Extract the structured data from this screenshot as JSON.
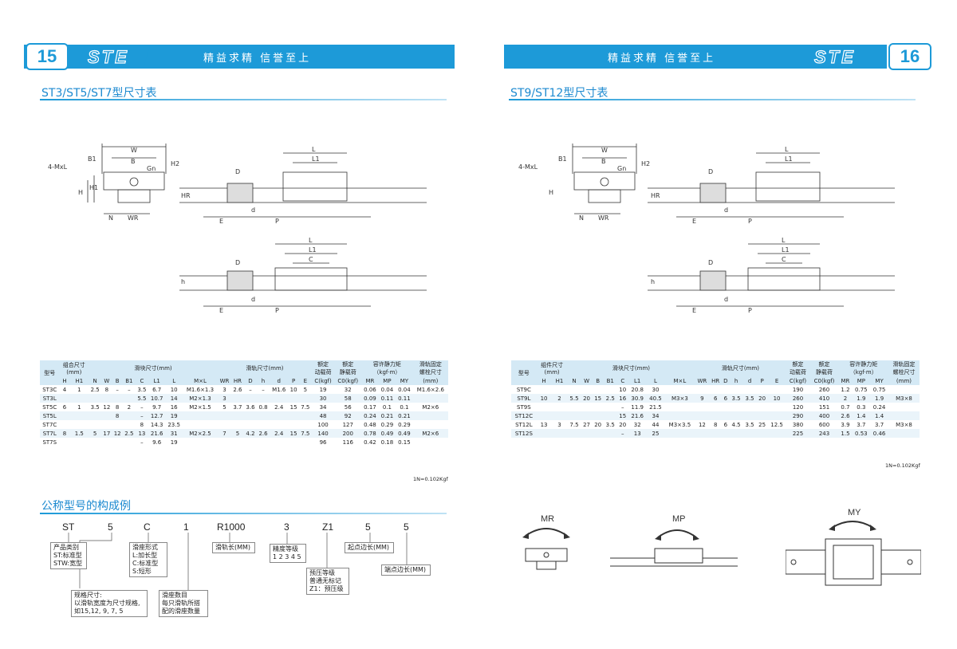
{
  "left_page": {
    "page_number": "15",
    "logo": "STE",
    "slogan": "精益求精  信誉至上",
    "section_title": "ST3/ST5/ST7型尺寸表",
    "dim_labels": {
      "W": "W",
      "B1": "B1",
      "B": "B",
      "Gn": "Gn",
      "H2": "H2",
      "MxL": "4-MxL",
      "H": "H",
      "H1": "H1",
      "N": "N",
      "WR": "WR",
      "L": "L",
      "L1": "L1",
      "C": "C",
      "D": "D",
      "d": "d",
      "h": "h",
      "HR": "HR",
      "E": "E",
      "P": "P"
    },
    "table": {
      "head1": [
        "型号",
        "组合尺寸\n(mm)",
        "滑块尺寸(mm)",
        "滑轨尺寸(mm)",
        "额定\n动载荷",
        "额定\n静载荷",
        "容许静力矩\n（kgf·m）",
        "滑轨固定\n螺栓尺寸"
      ],
      "head2": [
        "H",
        "H1",
        "N",
        "W",
        "B",
        "B1",
        "C",
        "L1",
        "L",
        "M×L",
        "WR",
        "HR",
        "D",
        "h",
        "d",
        "P",
        "E",
        "C(kgf)",
        "C0(kgf)",
        "MR",
        "MP",
        "MY",
        "(mm)"
      ],
      "rows": [
        [
          "ST3C",
          "4",
          "1",
          "2.5",
          "8",
          "–",
          "–",
          "3.5",
          "6.7",
          "10",
          "M1.6×1.3",
          "3",
          "2.6",
          "–",
          "–",
          "M1.6",
          "10",
          "5",
          "19",
          "32",
          "0.06",
          "0.04",
          "0.04",
          "M1.6×2.6"
        ],
        [
          "ST3L",
          "",
          "",
          "",
          "",
          "",
          "",
          "5.5",
          "10.7",
          "14",
          "M2×1.3",
          "3",
          "",
          "",
          "",
          "",
          "",
          "",
          "30",
          "58",
          "0.09",
          "0.11",
          "0.11",
          ""
        ],
        [
          "ST5C",
          "6",
          "1",
          "3.5",
          "12",
          "8",
          "2",
          "–",
          "9.7",
          "16",
          "M2×1.5",
          "5",
          "3.7",
          "3.6",
          "0.8",
          "2.4",
          "15",
          "7.5",
          "34",
          "56",
          "0.17",
          "0.1",
          "0.1",
          "M2×6"
        ],
        [
          "ST5L",
          "",
          "",
          "",
          "",
          "8",
          "",
          "–",
          "12.7",
          "19",
          "",
          "",
          "",
          "",
          "",
          "",
          "",
          "",
          "48",
          "92",
          "0.24",
          "0.21",
          "0.21",
          ""
        ],
        [
          "ST7C",
          "",
          "",
          "",
          "",
          "",
          "",
          "8",
          "14.3",
          "23.5",
          "",
          "",
          "",
          "",
          "",
          "",
          "",
          "",
          "100",
          "127",
          "0.48",
          "0.29",
          "0.29",
          ""
        ],
        [
          "ST7L",
          "8",
          "1.5",
          "5",
          "17",
          "12",
          "2.5",
          "13",
          "21.6",
          "31",
          "M2×2.5",
          "7",
          "5",
          "4.2",
          "2.6",
          "2.4",
          "15",
          "7.5",
          "140",
          "200",
          "0.78",
          "0.49",
          "0.49",
          "M2×6"
        ],
        [
          "ST7S",
          "",
          "",
          "",
          "",
          "",
          "",
          "–",
          "9.6",
          "19",
          "",
          "",
          "",
          "",
          "",
          "",
          "",
          "",
          "96",
          "116",
          "0.42",
          "0.18",
          "0.15",
          ""
        ]
      ],
      "unit_note": "1N=0.102Kgf"
    },
    "model_section": {
      "title": "公称型号的构成例",
      "codes": [
        "ST",
        "5",
        "C",
        "1",
        "R1000",
        "3",
        "Z1",
        "5",
        "5"
      ],
      "boxes": {
        "category": {
          "title": "产品类别",
          "lines": [
            "ST:标准型",
            "STW:宽型"
          ]
        },
        "form": {
          "title": "滑座形式",
          "lines": [
            "L:加长型",
            "C:标准型",
            "S:短形"
          ]
        },
        "rail_len": {
          "title": "滑轨长(MM)"
        },
        "precision": {
          "title": "精度等级",
          "lines": [
            "1 2 3 4 5"
          ]
        },
        "preload": {
          "title": "预压等级",
          "lines": [
            "普通无标记",
            "Z1：预压级"
          ]
        },
        "start_edge": {
          "title": "起点边长(MM)"
        },
        "end_edge": {
          "title": "端点边长(MM)"
        },
        "size": {
          "title": "规格尺寸:",
          "lines": [
            "以滑轨宽度为尺寸规格,",
            "如15,12, 9, 7, 5"
          ]
        },
        "count": {
          "title": "滑座数目",
          "lines": [
            "每只滑轨所搭",
            "配的滑座数量"
          ]
        }
      }
    }
  },
  "right_page": {
    "page_number": "16",
    "logo": "STE",
    "slogan": "精益求精  信誉至上",
    "section_title": "ST9/ST12型尺寸表",
    "table": {
      "head1": [
        "型号",
        "组件尺寸\n(mm)",
        "滑块尺寸(mm)",
        "滑轨尺寸(mm)",
        "额定\n动载荷",
        "额定\n静载荷",
        "容许静力矩\n（kgf·m）",
        "滑轨固定\n螺栓尺寸"
      ],
      "head2": [
        "H",
        "H1",
        "N",
        "W",
        "B",
        "B1",
        "C",
        "L1",
        "L",
        "M×L",
        "WR",
        "HR",
        "D",
        "h",
        "d",
        "P",
        "E",
        "C(kgf)",
        "C0(kgf)",
        "MR",
        "MP",
        "MY",
        "(mm)"
      ],
      "rows": [
        [
          "ST9C",
          "",
          "",
          "",
          "",
          "",
          "",
          "10",
          "20.8",
          "30",
          "",
          "",
          "",
          "",
          "",
          "",
          "",
          "",
          "190",
          "260",
          "1.2",
          "0.75",
          "0.75",
          ""
        ],
        [
          "ST9L",
          "10",
          "2",
          "5.5",
          "20",
          "15",
          "2.5",
          "16",
          "30.9",
          "40.5",
          "M3×3",
          "9",
          "6",
          "6",
          "3.5",
          "3.5",
          "20",
          "10",
          "260",
          "410",
          "2",
          "1.9",
          "1.9",
          "M3×8"
        ],
        [
          "ST9S",
          "",
          "",
          "",
          "",
          "",
          "",
          "–",
          "11.9",
          "21.5",
          "",
          "",
          "",
          "",
          "",
          "",
          "",
          "",
          "120",
          "151",
          "0.7",
          "0.3",
          "0.24",
          ""
        ],
        [
          "ST12C",
          "",
          "",
          "",
          "",
          "",
          "",
          "15",
          "21.6",
          "34",
          "",
          "",
          "",
          "",
          "",
          "",
          "",
          "",
          "290",
          "400",
          "2.6",
          "1.4",
          "1.4",
          ""
        ],
        [
          "ST12L",
          "13",
          "3",
          "7.5",
          "27",
          "20",
          "3.5",
          "20",
          "32",
          "44",
          "M3×3.5",
          "12",
          "8",
          "6",
          "4.5",
          "3.5",
          "25",
          "12.5",
          "380",
          "600",
          "3.9",
          "3.7",
          "3.7",
          "M3×8"
        ],
        [
          "ST12S",
          "",
          "",
          "",
          "",
          "",
          "",
          "–",
          "13",
          "25",
          "",
          "",
          "",
          "",
          "",
          "",
          "",
          "",
          "225",
          "243",
          "1.5",
          "0.53",
          "0.46",
          ""
        ]
      ],
      "unit_note": "1N=0.102Kgf"
    },
    "moments": [
      "MR",
      "MP",
      "MY"
    ]
  }
}
